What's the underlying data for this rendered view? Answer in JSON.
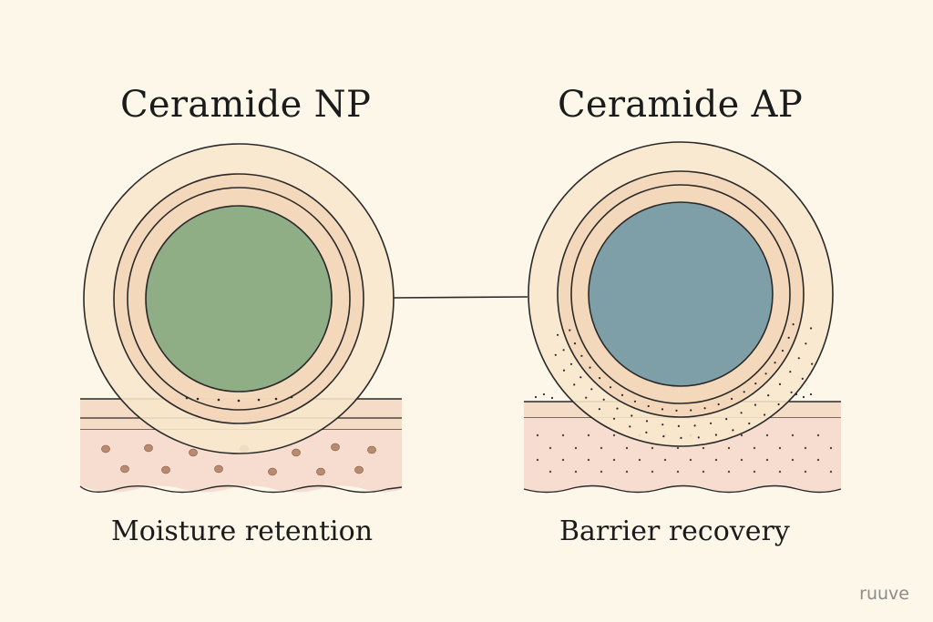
{
  "left": {
    "title": "Ceramide NP",
    "caption": "Moisture retention",
    "core_color": "#8fae86"
  },
  "right": {
    "title": "Ceramide AP",
    "caption": "Barrier recovery",
    "core_color": "#7f9fa8"
  },
  "brand": "ruuve",
  "colors": {
    "background": "#fcf7e9",
    "outer_ring": "#f8e7cc",
    "middle_ring": "#f3d6b8",
    "skin": "#f6ddd0",
    "skin_top": "#f5dcc6",
    "outline": "#2a2a2a",
    "dot": "#b98a6e"
  }
}
